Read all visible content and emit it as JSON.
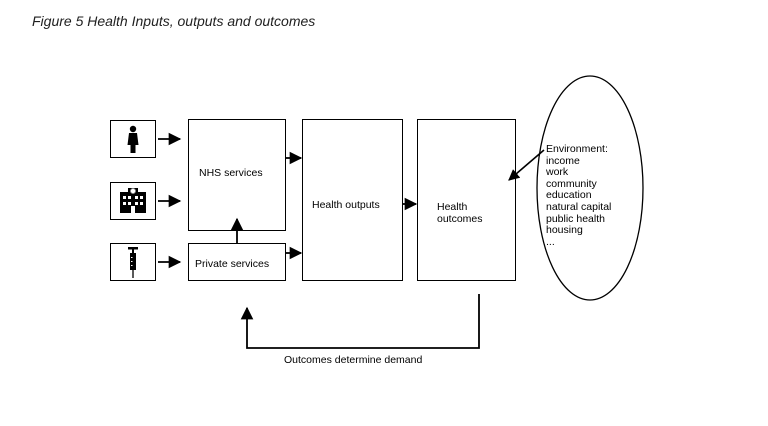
{
  "figure": {
    "caption": "Figure 5 Health Inputs, outputs and outcomes"
  },
  "inputs": {
    "icons": [
      "person-icon",
      "hospital-icon",
      "syringe-icon"
    ]
  },
  "boxes": {
    "nhs_services": "NHS services",
    "private_services": "Private services",
    "health_outputs": "Health outputs",
    "health_outcomes": [
      "Health",
      "outcomes"
    ]
  },
  "environment": {
    "title": "Environment:",
    "items": [
      "income",
      "work",
      "community",
      "education",
      "natural capital",
      "public health",
      "housing",
      "..."
    ]
  },
  "feedback": {
    "label": "Outcomes determine demand"
  }
}
